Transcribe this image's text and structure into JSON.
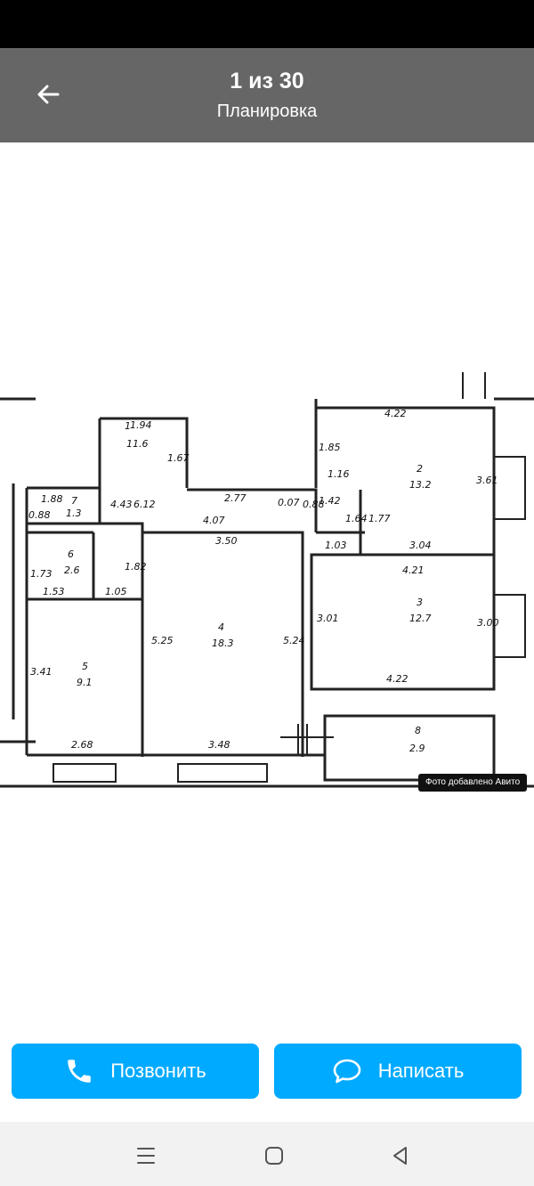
{
  "header": {
    "counter": "1 из 30",
    "subtitle": "Планировка"
  },
  "photo": {
    "watermark": "Фото добавлено Авито",
    "rooms": [
      {
        "number": "1",
        "area": "11.6"
      },
      {
        "number": "2",
        "area": "13.2"
      },
      {
        "number": "3",
        "area": "12.7"
      },
      {
        "number": "4",
        "area": "18.3"
      },
      {
        "number": "5",
        "area": "9.1"
      },
      {
        "number": "6",
        "area": "2.6"
      },
      {
        "number": "7",
        "area": "1.3"
      },
      {
        "number": "8",
        "area": "2.9"
      }
    ],
    "dimensions": [
      "1.94",
      "1.67",
      "6.12",
      "4.43",
      "2.77",
      "0.07",
      "0.88",
      "1.42",
      "1.64",
      "1.77",
      "4.07",
      "3.50",
      "1.03",
      "1.16",
      "1.85",
      "4.22",
      "3.61",
      "3.04",
      "4.21",
      "3.01",
      "3.00",
      "4.22",
      "5.25",
      "5.24",
      "3.48",
      "1.88",
      "0.88",
      "1.73",
      "1.53",
      "1.82",
      "1.05",
      "3.41",
      "2.68"
    ]
  },
  "actions": {
    "call_label": "Позвонить",
    "message_label": "Написать"
  },
  "colors": {
    "header_bg": "#666666",
    "accent": "#00aaff",
    "status_bar": "#000000"
  },
  "icons": [
    "back-arrow-icon",
    "phone-icon",
    "chat-bubble-icon",
    "menu-lines-icon",
    "home-square-icon",
    "back-triangle-icon"
  ]
}
